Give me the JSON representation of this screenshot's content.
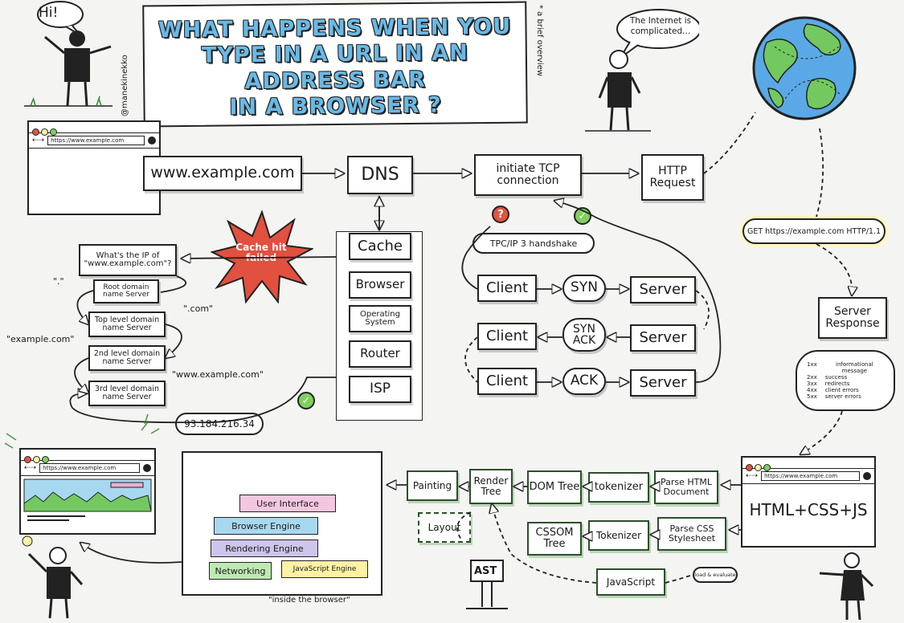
{
  "header": {
    "title_lines": [
      "WHAT HAPPENS WHEN YOU",
      "TYPE IN A URL IN AN ADDRESS BAR",
      "IN A BROWSER ?"
    ],
    "note": "* a brief overview",
    "author": "@manekinekko",
    "greeting": "Hi!",
    "speech": "The Internet is complicated..."
  },
  "browser_top": {
    "url": "https://www.example.com"
  },
  "flow_top": {
    "url_box": "www.example.com",
    "dns": "DNS",
    "tcp": "initiate TCP connection",
    "http": "HTTP Request",
    "get_line": "GET https://example.com HTTP/1.1"
  },
  "cache": {
    "title": "Cache",
    "items": [
      "Browser",
      "Operating System",
      "Router",
      "ISP"
    ],
    "burst": "Cache hit failed"
  },
  "dns_resolution": {
    "question": "What's the IP of \"www.example.com\"?",
    "servers": [
      "Root domain name Server",
      "Top level domain name Server",
      "2nd level domain name Server",
      "3rd level domain name Server"
    ],
    "answers": [
      "\".\"",
      "\".com\"",
      "\"example.com\"",
      "\"www.example.com\""
    ],
    "ip": "93.184.216.34"
  },
  "handshake": {
    "label": "TPC/IP 3 handshake",
    "rows": [
      {
        "left": "Client",
        "msg": "SYN",
        "right": "Server"
      },
      {
        "left": "Client",
        "msg": "SYN ACK",
        "right": "Server"
      },
      {
        "left": "Client",
        "msg": "ACK",
        "right": "Server"
      }
    ]
  },
  "response": {
    "title": "Server Response",
    "codes": [
      {
        "code": "1xx",
        "desc": "informational message"
      },
      {
        "code": "2xx",
        "desc": "success"
      },
      {
        "code": "3xx",
        "desc": "redirects"
      },
      {
        "code": "4xx",
        "desc": "client errors"
      },
      {
        "code": "5xx",
        "desc": "server errors"
      }
    ]
  },
  "rendering": {
    "html_css_js": "HTML+CSS+JS",
    "browser_url": "https://www.example.com",
    "painting": "Painting",
    "render_tree": "Render Tree",
    "dom_tree": "DOM Tree",
    "tokenizer_html": "tokenizer",
    "parse_html": "Parse HTML Document",
    "layout": "Layout",
    "cssom_tree": "CSSOM Tree",
    "tokenizer_css": "Tokenizer",
    "parse_css": "Parse CSS Stylesheet",
    "javascript": "JavaScript",
    "ast": "AST",
    "load_evaluate": "load & evaluate"
  },
  "inside": {
    "caption": "\"inside the browser\"",
    "layers": [
      "User Interface",
      "Browser Engine",
      "Rendering Engine",
      "Networking",
      "JavaScript Engine"
    ]
  },
  "browser_bottom": {
    "url": "https://www.example.com"
  },
  "colors": {
    "title_blue": "#69b9e6",
    "error_red": "#e0553f",
    "success_green": "#7fd15c",
    "burst_red": "#e2503f",
    "layer_pink": "#f4c7e0",
    "layer_blue": "#a8d8f0",
    "layer_purple": "#cfc4ea",
    "layer_green": "#bfe9b3",
    "layer_yellow": "#fff2a6",
    "globe_blue": "#5aa9e6",
    "globe_green": "#73c95f"
  }
}
